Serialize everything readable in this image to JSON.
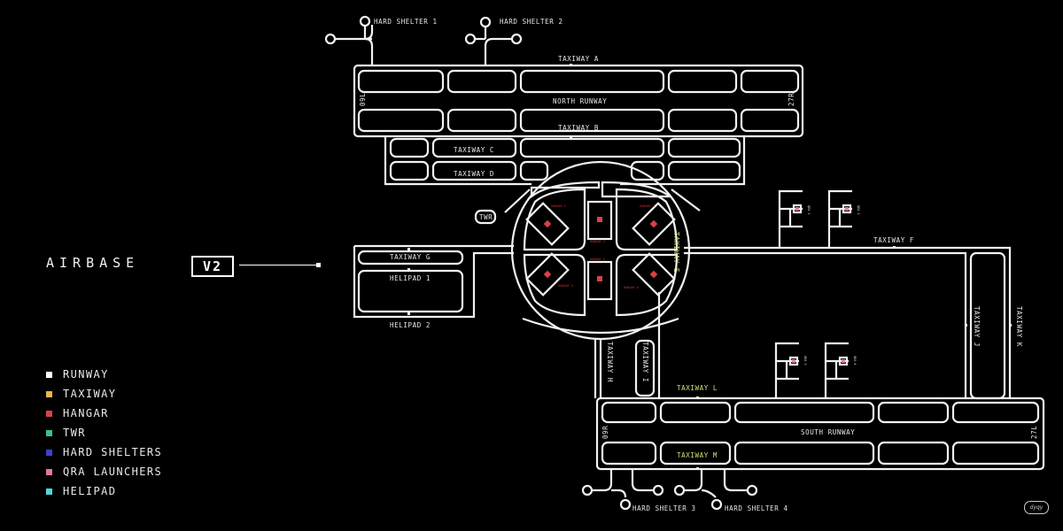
{
  "title": {
    "text": "AIRBASE",
    "version": "V2"
  },
  "colors": {
    "background": "#000000",
    "line": "#f2f2f2",
    "runway": "#ffffff",
    "taxiway": "#e8b64a",
    "hangar": "#d9414a",
    "twr": "#3fbf8a",
    "hard_shelters": "#3b44c8",
    "qra": "#e07a9a",
    "helipad": "#4fd8d8"
  },
  "legend": [
    {
      "label": "RUNWAY",
      "color": "#ffffff"
    },
    {
      "label": "TAXIWAY",
      "color": "#e8b64a"
    },
    {
      "label": "HANGAR",
      "color": "#d9414a"
    },
    {
      "label": "TWR",
      "color": "#3fbf8a"
    },
    {
      "label": "HARD SHELTERS",
      "color": "#3b44c8"
    },
    {
      "label": "QRA LAUNCHERS",
      "color": "#e07a9a"
    },
    {
      "label": "HELIPAD",
      "color": "#4fd8d8"
    }
  ],
  "map": {
    "hard_shelter_1": "HARD SHELTER 1",
    "hard_shelter_2": "HARD SHELTER 2",
    "hard_shelter_3": "HARD SHELTER 3",
    "hard_shelter_4": "HARD SHELTER 4",
    "taxiway_a": "TAXIWAY A",
    "north_runway": "NORTH RUNWAY",
    "rwy_09l": "09L",
    "rwy_27r": "27R",
    "taxiway_b": "TAXIWAY B",
    "taxiway_c": "TAXIWAY C",
    "taxiway_d": "TAXIWAY D",
    "twr": "TWR",
    "taxiway_e": "TAXIWAY E",
    "taxiway_f": "TAXIWAY F",
    "taxiway_g": "TAXIWAY G",
    "helipad_1": "HELIPAD 1",
    "helipad_2": "HELIPAD 2",
    "taxiway_h": "TAXIWAY H",
    "taxiway_i": "TAXIWAY I",
    "taxiway_j": "TAXIWAY J",
    "taxiway_k": "TAXIWAY K",
    "taxiway_l": "TAXIWAY L",
    "south_runway": "SOUTH RUNWAY",
    "rwy_09r": "09R",
    "rwy_27l": "27L",
    "taxiway_m": "TAXIWAY M",
    "qra_1": "QRA 1",
    "qra_2": "QRA 2",
    "qra_3": "QRA 3",
    "qra_4": "QRA 4",
    "hangar_1": "HANGAR 1",
    "hangar_2": "HANGAR 2",
    "hangar_3": "HANGAR 3",
    "hangar_4": "HANGAR 4",
    "hangar_5": "HANGAR 5",
    "hangar_6": "HANGAR 6"
  },
  "credit": "dyqy"
}
